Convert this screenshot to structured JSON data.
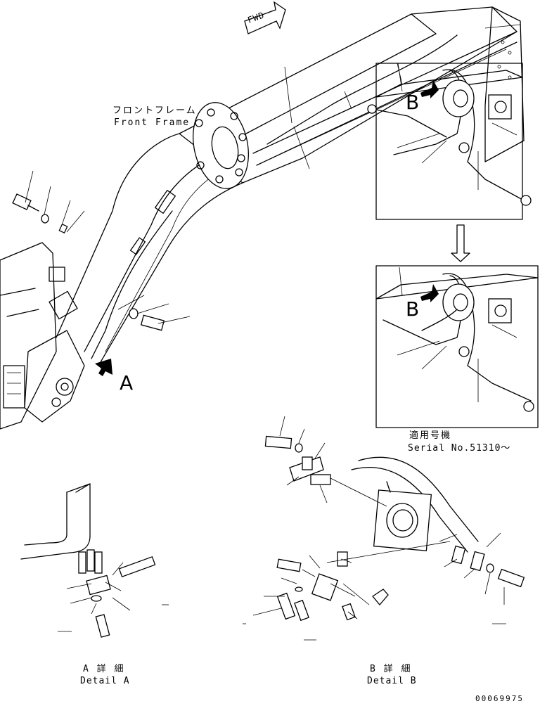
{
  "labels": {
    "fwd": "FWD",
    "front_frame_jp": "フロントフレーム",
    "front_frame_en": "Front Frame",
    "view_a_letter": "A",
    "view_b_letter_top": "B",
    "view_b_letter_mid": "B",
    "serial_jp": "適用号機",
    "serial_en": "Serial No.51310～",
    "detail_a_jp": "A 詳 細",
    "detail_a_en": "Detail A",
    "detail_b_jp": "B 詳 細",
    "detail_b_en": "Detail B",
    "drawing_number": "00069975"
  }
}
